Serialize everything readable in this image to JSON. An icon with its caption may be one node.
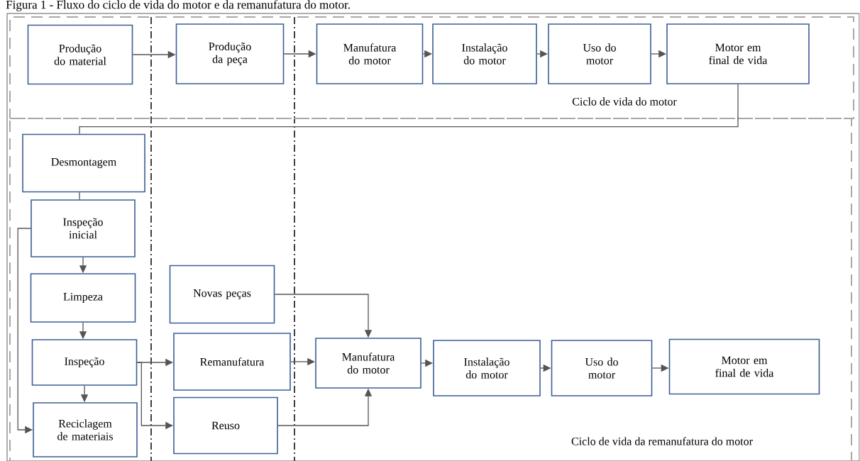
{
  "diagram": {
    "title": "Figura 1 - Fluxo do ciclo de vida do motor e da remanufatura do motor.",
    "nodes": [
      {
        "text": [
          "Ciclo de vida do motor"
        ]
      },
      {
        "text": [
          "Produção do material"
        ],
        "in": 0
      },
      {
        "text": [
          "Produção da peça"
        ],
        "in": 0
      },
      {
        "text": [
          "Manufatura do motor"
        ],
        "in": 0
      },
      {
        "text": [
          "Instalação do motor"
        ],
        "in": 0
      },
      {
        "text": [
          "Uso do motor"
        ],
        "in": 0
      },
      {
        "text": [
          "Motor em final de vida"
        ],
        "in": 0
      },
      {
        "text": [
          "Ciclo de vida da remanufatura do motor"
        ]
      },
      {
        "text": [
          "Desmontagem"
        ],
        "in": 7
      },
      {
        "text": [
          "Inspeção inicial"
        ],
        "in": 7
      },
      {
        "text": [
          "Limpeza"
        ],
        "in": 7
      },
      {
        "text": [
          "Inspeção"
        ],
        "in": 7
      },
      {
        "text": [
          "Reciclagem de materiais"
        ],
        "in": 7
      },
      {
        "text": [
          "Novas peças"
        ],
        "in": 7
      },
      {
        "text": [
          "Remanufatura"
        ],
        "in": 7
      },
      {
        "text": [
          "Reuso"
        ],
        "in": 7
      },
      {
        "text": [
          "Manufatura do motor"
        ],
        "in": 7
      },
      {
        "text": [
          "Instalação do motor"
        ],
        "in": 7
      },
      {
        "text": [
          "Uso do motor"
        ],
        "in": 7
      },
      {
        "text": [
          "Motor em final de vida"
        ],
        "in": 7
      }
    ],
    "edges": [
      {
        "from": 1,
        "to": 2,
        "arrow": "to"
      },
      {
        "from": 2,
        "to": 3,
        "arrow": "to"
      },
      {
        "from": 3,
        "to": 4,
        "arrow": "to"
      },
      {
        "from": 4,
        "to": 5,
        "arrow": "to"
      },
      {
        "from": 5,
        "to": 6,
        "arrow": "to"
      },
      {
        "from": 6,
        "to": 8,
        "arrow": "none"
      },
      {
        "from": 8,
        "to": 9,
        "arrow": "none"
      },
      {
        "from": 9,
        "to": 10,
        "arrow": "to"
      },
      {
        "from": 10,
        "to": 11,
        "arrow": "to"
      },
      {
        "from": 11,
        "to": 12,
        "arrow": "to"
      },
      {
        "from": 9,
        "to": 12,
        "arrow": "to"
      },
      {
        "from": 11,
        "to": 14,
        "arrow": "to"
      },
      {
        "from": 11,
        "to": 15,
        "arrow": "to"
      },
      {
        "from": 13,
        "to": 16,
        "arrow": "to"
      },
      {
        "from": 14,
        "to": 16,
        "arrow": "to"
      },
      {
        "from": 15,
        "to": 16,
        "arrow": "to"
      },
      {
        "from": 16,
        "to": 17,
        "arrow": "to"
      },
      {
        "from": 17,
        "to": 18,
        "arrow": "to"
      },
      {
        "from": 18,
        "to": 19,
        "arrow": "to"
      }
    ]
  }
}
